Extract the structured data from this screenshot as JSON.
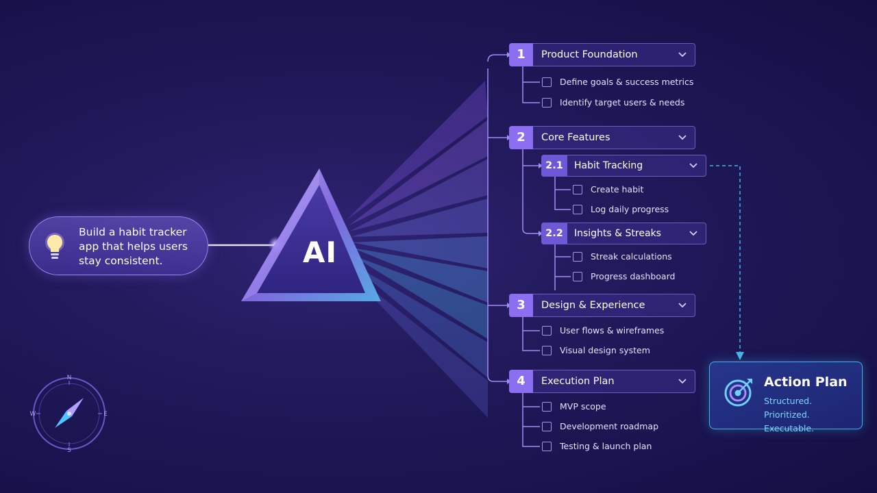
{
  "prompt": {
    "text": "Build a habit tracker app that helps users stay consistent.",
    "icon": "lightbulb-icon"
  },
  "prism": {
    "label": "AI"
  },
  "sections": [
    {
      "number": "1",
      "title": "Product Foundation",
      "items": [
        "Define goals & success metrics",
        "Identify target users & needs"
      ]
    },
    {
      "number": "2",
      "title": "Core Features",
      "subsections": [
        {
          "number": "2.1",
          "title": "Habit Tracking",
          "items": [
            "Create habit",
            "Log daily progress"
          ]
        },
        {
          "number": "2.2",
          "title": "Insights & Streaks",
          "items": [
            "Streak calculations",
            "Progress dashboard"
          ]
        }
      ]
    },
    {
      "number": "3",
      "title": "Design & Experience",
      "items": [
        "User flows & wireframes",
        "Visual design system"
      ]
    },
    {
      "number": "4",
      "title": "Execution Plan",
      "items": [
        "MVP scope",
        "Development roadmap",
        "Testing & launch plan"
      ]
    }
  ],
  "action_plan": {
    "title": "Action Plan",
    "description": "Structured. Prioritized. Executable.",
    "icon": "target-icon"
  },
  "compass": {
    "north": "N",
    "east": "E",
    "south": "S",
    "west": "W"
  },
  "colors": {
    "accent": "#8b6ff0",
    "subsection_accent": "#6f58d6",
    "action_border": "#3fb6e6",
    "action_text": "#7fd8ff"
  }
}
